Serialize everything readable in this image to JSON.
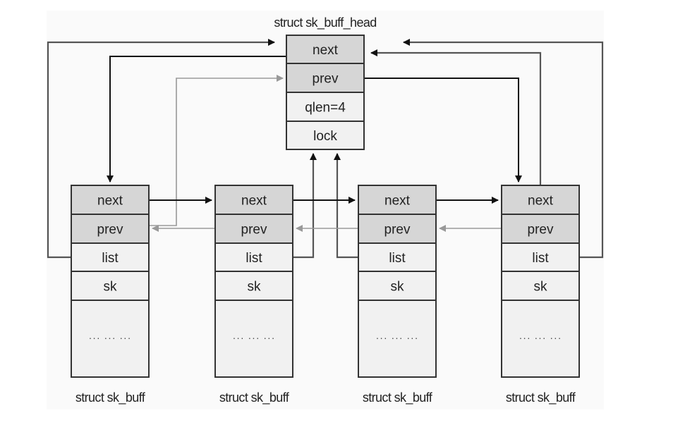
{
  "head": {
    "caption": "struct sk_buff_head",
    "fields": [
      {
        "label": "next",
        "shade": "dark"
      },
      {
        "label": "prev",
        "shade": "dark"
      },
      {
        "label": "qlen=4",
        "shade": "light"
      },
      {
        "label": "lock",
        "shade": "light"
      }
    ]
  },
  "nodes": [
    {
      "caption": "struct sk_buff",
      "fields": [
        "next",
        "prev",
        "list",
        "sk"
      ],
      "ellipsis": "··· ··· ···"
    },
    {
      "caption": "struct sk_buff",
      "fields": [
        "next",
        "prev",
        "list",
        "sk"
      ],
      "ellipsis": "··· ··· ···"
    },
    {
      "caption": "struct sk_buff",
      "fields": [
        "next",
        "prev",
        "list",
        "sk"
      ],
      "ellipsis": "··· ··· ···"
    },
    {
      "caption": "struct sk_buff",
      "fields": [
        "next",
        "prev",
        "list",
        "sk"
      ],
      "ellipsis": "··· ··· ···"
    }
  ],
  "field_shades": [
    "dark",
    "dark",
    "light",
    "light"
  ],
  "colors": {
    "dark_cell": "#d6d6d6",
    "light_cell": "#f1f1f1",
    "next_pointer": "#111111",
    "prev_pointer": "#999999",
    "list_pointer": "#555555"
  },
  "connections": [
    {
      "from": "head.next",
      "to": "node0",
      "kind": "next"
    },
    {
      "from": "head.prev",
      "to": "node3",
      "kind": "prev"
    },
    {
      "from": "node0.next",
      "to": "node1",
      "kind": "next"
    },
    {
      "from": "node1.next",
      "to": "node2",
      "kind": "next"
    },
    {
      "from": "node2.next",
      "to": "node3",
      "kind": "next"
    },
    {
      "from": "node3.next",
      "to": "head",
      "kind": "next"
    },
    {
      "from": "node0.prev",
      "to": "head",
      "kind": "prev"
    },
    {
      "from": "node1.prev",
      "to": "node0",
      "kind": "prev"
    },
    {
      "from": "node2.prev",
      "to": "node1",
      "kind": "prev"
    },
    {
      "from": "node3.prev",
      "to": "node2",
      "kind": "prev"
    },
    {
      "from": "node0.list",
      "to": "head",
      "kind": "list"
    },
    {
      "from": "node1.list",
      "to": "head",
      "kind": "list"
    },
    {
      "from": "node2.list",
      "to": "head",
      "kind": "list"
    },
    {
      "from": "node3.list",
      "to": "head",
      "kind": "list"
    }
  ]
}
